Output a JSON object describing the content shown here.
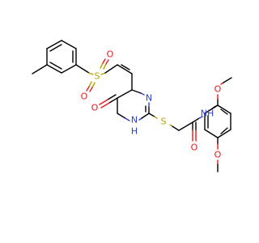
{
  "colors": {
    "carbon_bond": "#000000",
    "oxygen": "#e8191b",
    "nitrogen": "#2b3fe0",
    "sulfur": "#b3a100",
    "background": "#ffffff"
  },
  "atoms": {
    "sulfonyl_s": "S",
    "sulfonyl_o_left": "O",
    "sulfonyl_o_right": "O",
    "ring_n_top": "N",
    "ring_nh_n": "N",
    "ring_nh_h": "H",
    "carbonyl_o_ring": "O",
    "thioether_s": "S",
    "amide_nh": "NH",
    "amide_o": "O",
    "methoxy_o_upper": "O",
    "methoxy_o_lower": "O"
  }
}
